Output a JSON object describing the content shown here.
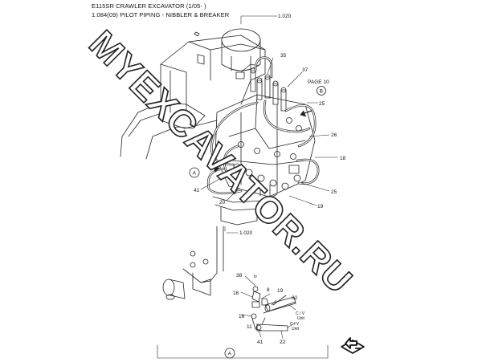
{
  "document": {
    "title": "E115SR CRAWLER EXCAVATOR (1/05- )",
    "subtitle": "1.084(09) PILOT PIPING - NIBBLER & BREAKER"
  },
  "watermark": {
    "text": "MYEXCAVATOR.RU"
  },
  "callouts": {
    "ref_1020_top": "1.020",
    "ref_35": "35",
    "ref_37": "37",
    "page_ref": "PAGE 10",
    "view_b": "B",
    "ref_25_upper": "25",
    "ref_26": "26",
    "ref_18": "18",
    "view_a_left": "A",
    "ref_41_upper": "41",
    "ref_20": "20",
    "ref_25_lower": "25",
    "ref_19_upper": "19",
    "ref_1020_lower": "1.020",
    "ref_38": "38",
    "ref_tv": "tv",
    "ref_16_upper": "16",
    "ref_8": "8",
    "ref_19_lower": "19",
    "ref_32": "32",
    "ref_cv_1": "C / V",
    "ref_unit_1": "Unit",
    "ref_16_lower": "16",
    "ref_cv_2": "C / V",
    "ref_unit_2": "Unit",
    "ref_11": "11",
    "ref_41_lower": "41",
    "ref_22": "22",
    "view_a_bottom": "A"
  },
  "icons": {
    "page_nav": "return-arrow-icon"
  }
}
